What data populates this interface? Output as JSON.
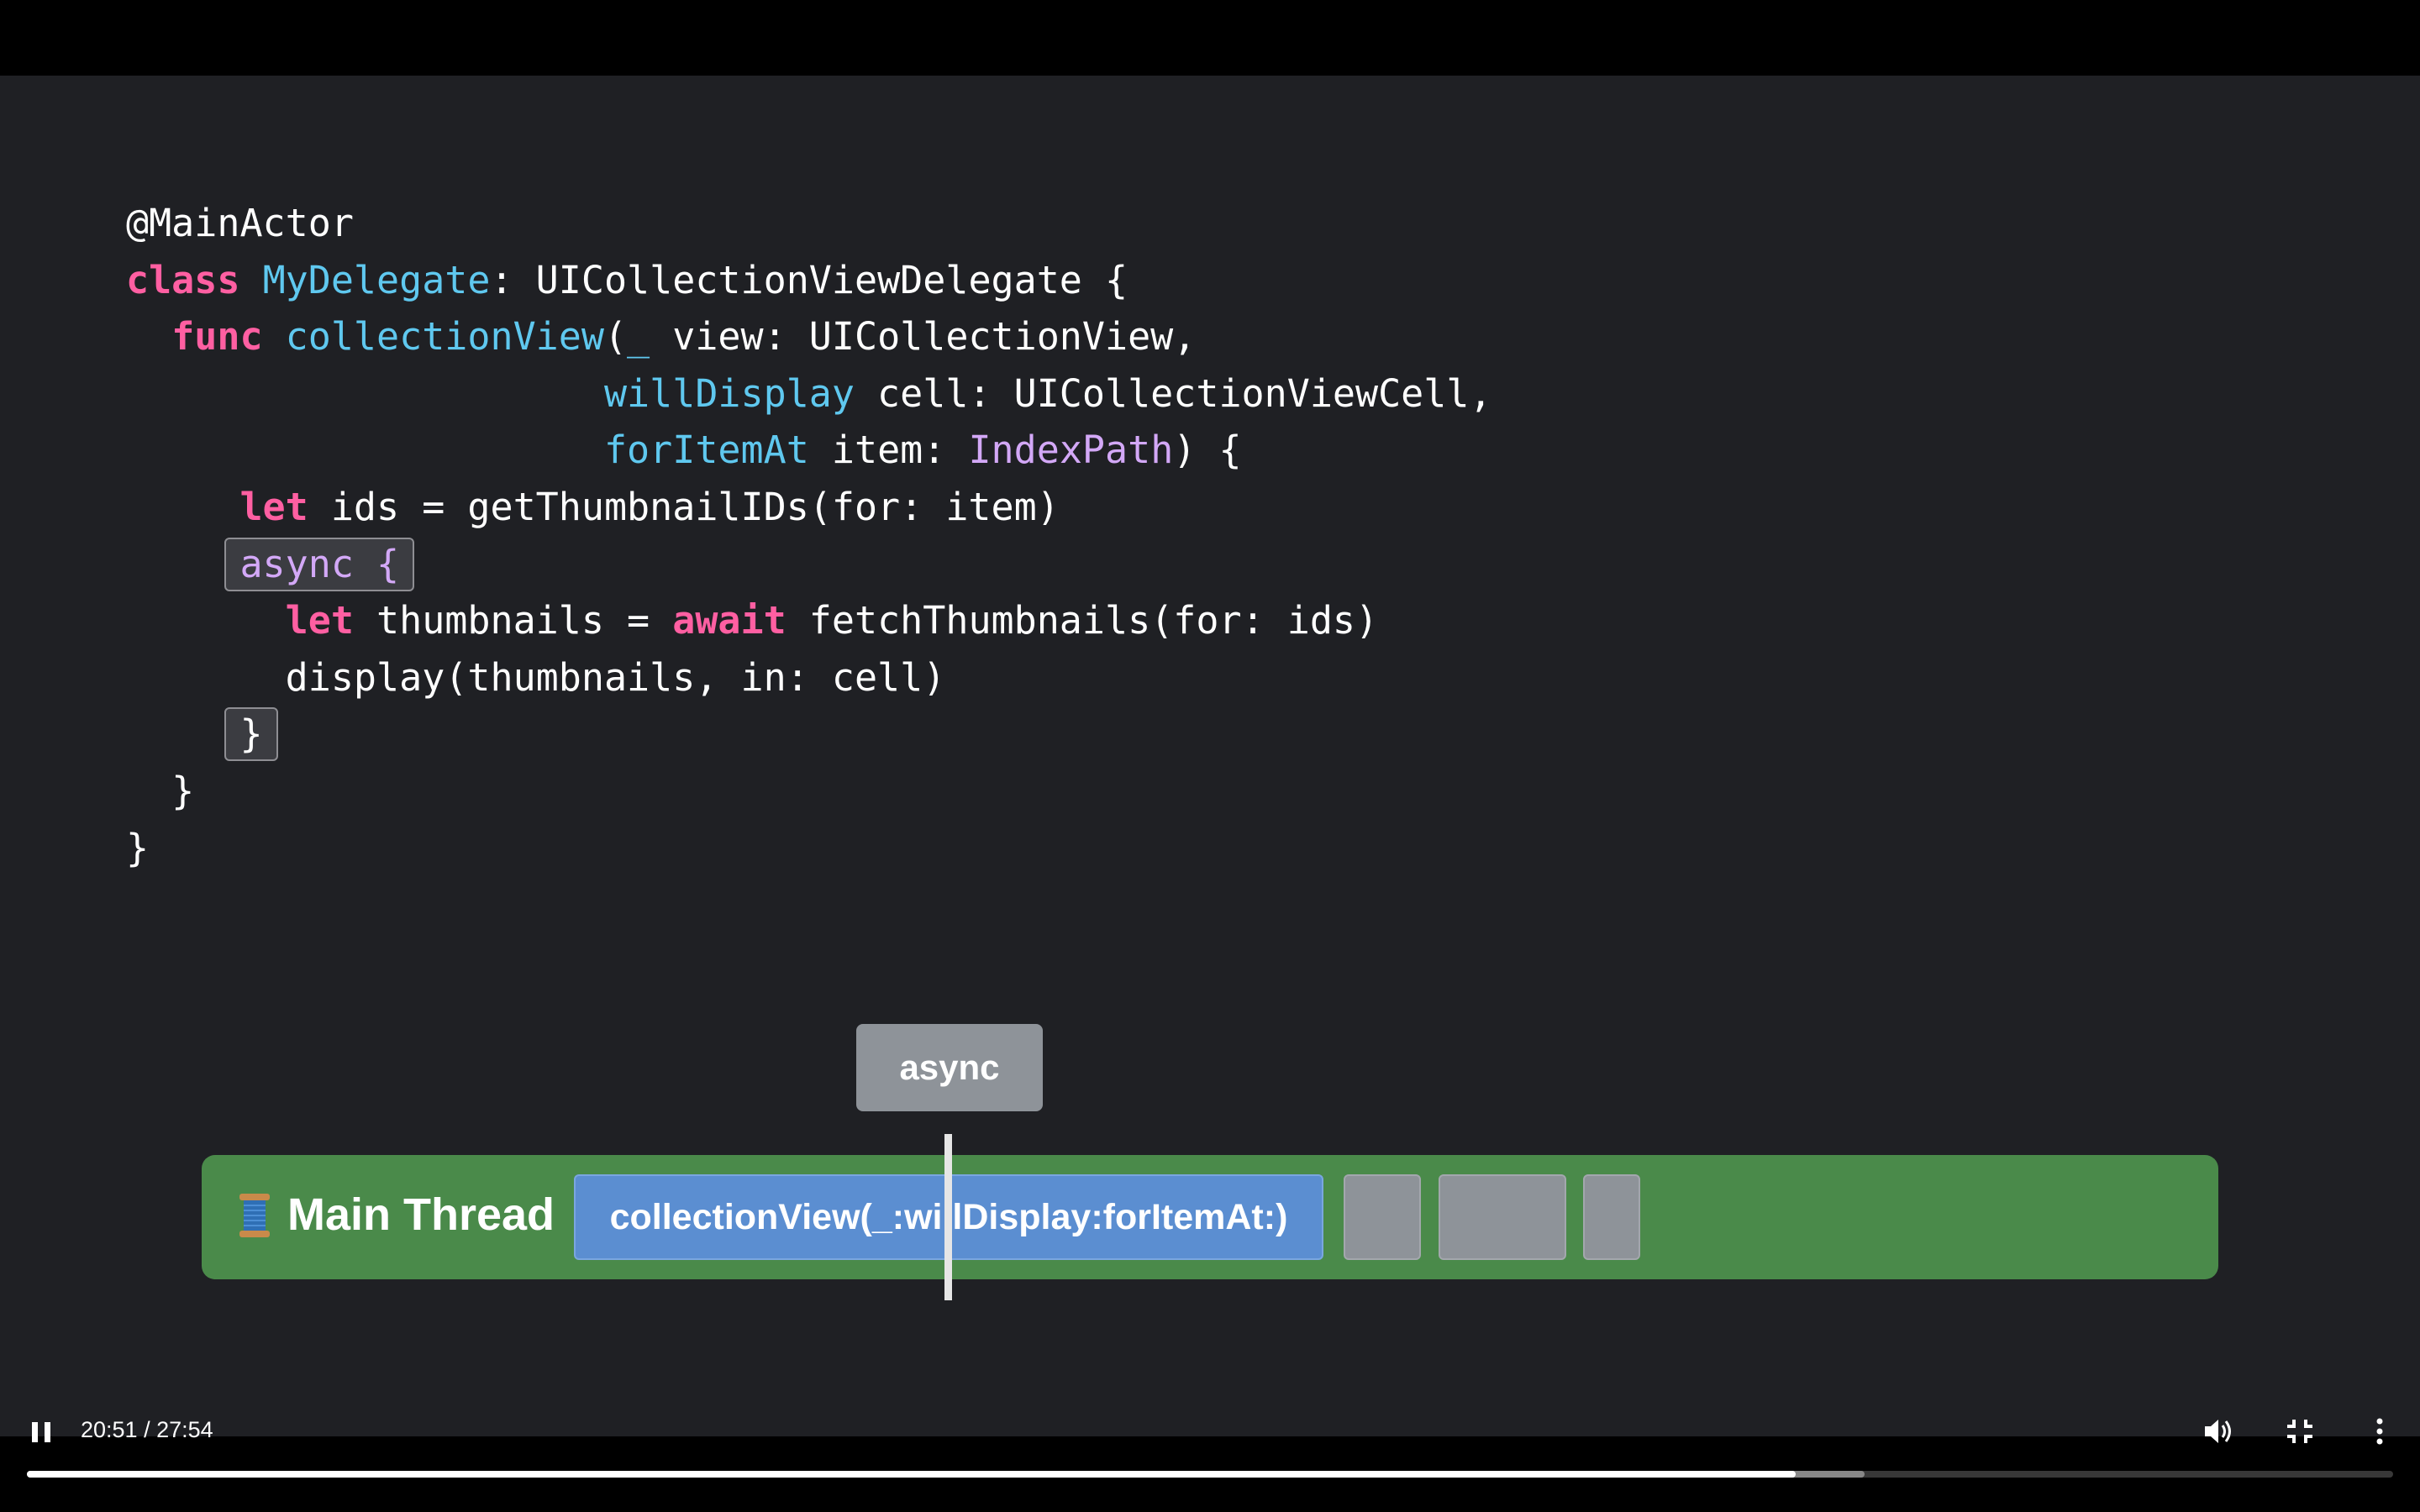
{
  "code_lines": [
    [
      {
        "t": "@MainActor",
        "c": "plain"
      }
    ],
    [
      {
        "t": "class",
        "c": "kw"
      },
      {
        "t": " ",
        "c": "plain"
      },
      {
        "t": "MyDelegate",
        "c": "type-name"
      },
      {
        "t": ": UICollectionViewDelegate {",
        "c": "plain"
      }
    ],
    [
      {
        "t": "  ",
        "c": "plain"
      },
      {
        "t": "func",
        "c": "kw"
      },
      {
        "t": " ",
        "c": "plain"
      },
      {
        "t": "collectionView",
        "c": "type-name"
      },
      {
        "t": "(",
        "c": "plain"
      },
      {
        "t": "_",
        "c": "param-label"
      },
      {
        "t": " view: UICollectionView,",
        "c": "plain"
      }
    ],
    [
      {
        "t": "                     ",
        "c": "plain"
      },
      {
        "t": "willDisplay",
        "c": "param-label"
      },
      {
        "t": " cell: UICollectionViewCell,",
        "c": "plain"
      }
    ],
    [
      {
        "t": "                     ",
        "c": "plain"
      },
      {
        "t": "forItemAt",
        "c": "param-label"
      },
      {
        "t": " item: ",
        "c": "plain"
      },
      {
        "t": "IndexPath",
        "c": "type-purple"
      },
      {
        "t": ") {",
        "c": "plain"
      }
    ],
    [
      {
        "t": "     ",
        "c": "plain"
      },
      {
        "t": "let",
        "c": "kw"
      },
      {
        "t": " ids = getThumbnailIDs(for: item)",
        "c": "plain"
      }
    ],
    [
      {
        "t": "     ",
        "c": "plain"
      },
      {
        "t": "async {",
        "c": "hl hl-async",
        "box": true
      }
    ],
    [
      {
        "t": "       ",
        "c": "plain"
      },
      {
        "t": "let",
        "c": "kw"
      },
      {
        "t": " thumbnails = ",
        "c": "plain"
      },
      {
        "t": "await",
        "c": "kw"
      },
      {
        "t": " fetchThumbnails(for: ids)",
        "c": "plain"
      }
    ],
    [
      {
        "t": "       display(thumbnails, in: cell)",
        "c": "plain"
      }
    ],
    [
      {
        "t": "     ",
        "c": "plain"
      },
      {
        "t": "}",
        "c": "hl",
        "box": true
      }
    ],
    [
      {
        "t": "  }",
        "c": "plain"
      }
    ],
    [
      {
        "t": "}",
        "c": "plain"
      }
    ]
  ],
  "diagram": {
    "async_label": "async",
    "thread_icon": "spool-of-thread-icon",
    "thread_label": "Main Thread",
    "call_label": "collectionView(_:willDisplay:forItemAt:)",
    "colors": {
      "thread_bar": "#4a8a4a",
      "call_block": "#5b8ed1",
      "gray_block": "#8e9399"
    }
  },
  "player": {
    "play_state_icon": "pause-icon",
    "current_time": "20:51",
    "duration": "27:54",
    "time_text": "20:51 / 27:54",
    "played_fraction": 0.7476,
    "buffered_fraction": 0.7766,
    "volume_icon": "volume-icon",
    "fullscreen_icon": "exit-fullscreen-icon",
    "more_icon": "more-vertical-icon"
  }
}
